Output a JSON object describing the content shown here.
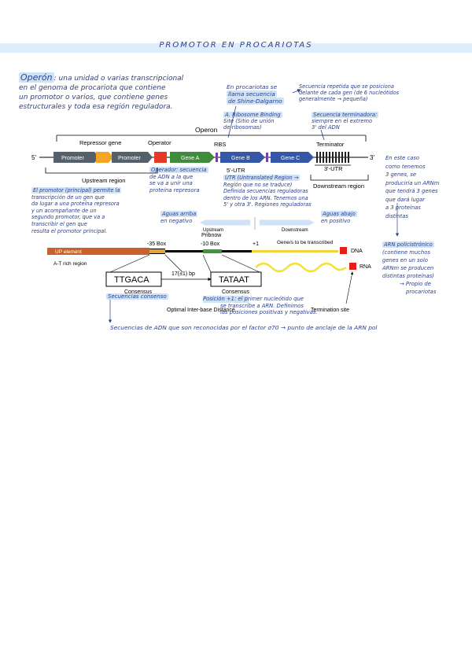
{
  "page": {
    "title": "PROMOTOR EN PROCARIOTAS",
    "colors": {
      "highlight": "#cfe2f6",
      "ink": "#2b3f8f",
      "header_band": "#dceefb"
    }
  },
  "intro": {
    "term": "Operón",
    "lines": [
      ": una unidad o varias transcripcional",
      "en el genoma de procariota que contiene",
      "un promotor o varios, que contiene genes",
      "estructurales y toda esa región reguladora."
    ]
  },
  "notes": {
    "shine_dalgarno": [
      "En procariotas se",
      "llama secuencia",
      "de Shine-Dalgarno"
    ],
    "repeats": [
      "Secuencia repetida que se posiciona",
      "delante de cada gen (de 6 nucleótidos",
      "generalmente → pequeña)"
    ],
    "rbs": [
      "A. Ribosome Binding",
      "Site (Sitio de unión",
      "de ribosomas)"
    ],
    "terminator": [
      "Secuencia terminadora:",
      "siempre en el extremo",
      "3' del ADN"
    ],
    "right_genes": [
      "En este caso",
      "como tenemos",
      "3 genes, se",
      "produciría un ARNm",
      "que tendrá 3 genes",
      "que dará lugar",
      "a 3 proteínas",
      "distintas"
    ],
    "arn_poli_title": "ARN policistrónico",
    "arn_poli": [
      "(contiene muchos",
      "genes en un solo",
      "ARNm se producen",
      "distintas proteínas)"
    ],
    "arn_poli_sub": [
      "→ Propio de",
      "procariotas"
    ],
    "operator": [
      "Operador: secuencia",
      "de ADN a la que",
      "se va a unir una",
      "proteína represora"
    ],
    "promotor": [
      "El promotor (principal) permite la",
      "transcripción de un gen que",
      "da lugar a una proteína represora",
      "y un acompañante de un",
      "segundo promotor, que va a",
      "transcribir el gen que",
      "resulta el promotor principal."
    ],
    "utr": [
      "UTR (Untranslated Region →",
      "Región que no se traduce)",
      "Definida secuencias reguladoras",
      "dentro de los ARN. Tenemos una",
      "5' y otra 3'. Regiones reguladoras"
    ],
    "upstream": [
      "Aguas arriba",
      "en negativo"
    ],
    "downstream": [
      "Aguas abajo",
      "en positivo"
    ],
    "consensus": "Secuencias consenso",
    "position": [
      "Posición +1: el primer nucleótido que",
      "se transcribe a ARN. Definimos",
      "las posiciones positivas y negativas."
    ],
    "bottom": "Secuencias de ADN que son reconocidas por el factor σ70 → punto de anclaje de la ARN pol"
  },
  "operon_diagram": {
    "operon_label": "Operon",
    "repressor_gene_label": "Repressor gene",
    "operator_label": "Operator",
    "rbs_label": "RBS",
    "terminator_label": "Terminator",
    "five_prime": "5'",
    "three_prime": "3'",
    "boxes": [
      "Promoter",
      "Promoter",
      "Gene A",
      "Gene B",
      "Gene C"
    ],
    "utr5": "5'-UTR",
    "utr3": "3'-UTR",
    "upstream_region": "Upstream region",
    "downstream_region": "Downstream region",
    "upstream": "Upstream",
    "downstream": "Downstream"
  },
  "promoter_diagram": {
    "up_element": "UP element",
    "at_rich": "A-T rich region",
    "minus35": "-35 Box",
    "pribnow": "Pribnow",
    "minus10": "-10 Box",
    "plus1": "+1",
    "genes_label": "Gene/s to be transcribed",
    "dna": "DNA",
    "rna": "RNA",
    "seq35": "TTGACA",
    "seq10": "TATAAT",
    "spacing": "17(±1) bp",
    "consensus": "Consensus",
    "inter_base": "Optimal Inter-base Distance",
    "termination": "Termination site"
  }
}
